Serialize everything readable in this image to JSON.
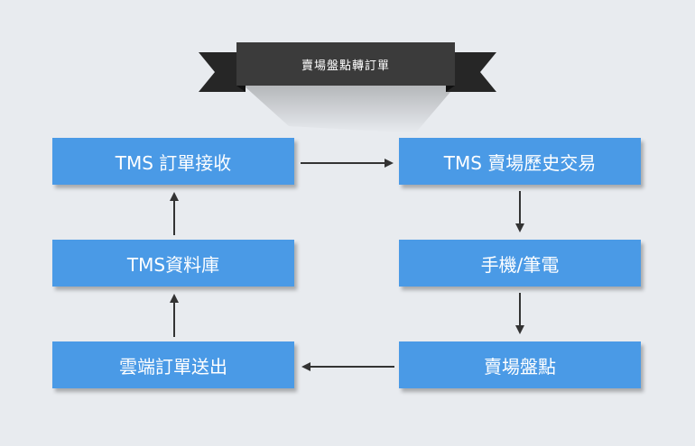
{
  "banner": {
    "title": "賣場盤點轉訂單"
  },
  "nodes": [
    {
      "id": "tms-order-receive",
      "label": "TMS 訂單接收"
    },
    {
      "id": "tms-store-history",
      "label": "TMS 賣場歷史交易"
    },
    {
      "id": "mobile-notebook",
      "label": "手機/筆電"
    },
    {
      "id": "store-inventory",
      "label": "賣場盤點"
    },
    {
      "id": "cloud-order-send",
      "label": "雲端訂單送出"
    },
    {
      "id": "tms-database",
      "label": "TMS資料庫"
    }
  ],
  "colors": {
    "background": "#e8ebef",
    "node": "#4a9ae6",
    "ribbon": "#3b3b3b",
    "ribbon_tail": "#222222",
    "arrow": "#333333"
  }
}
